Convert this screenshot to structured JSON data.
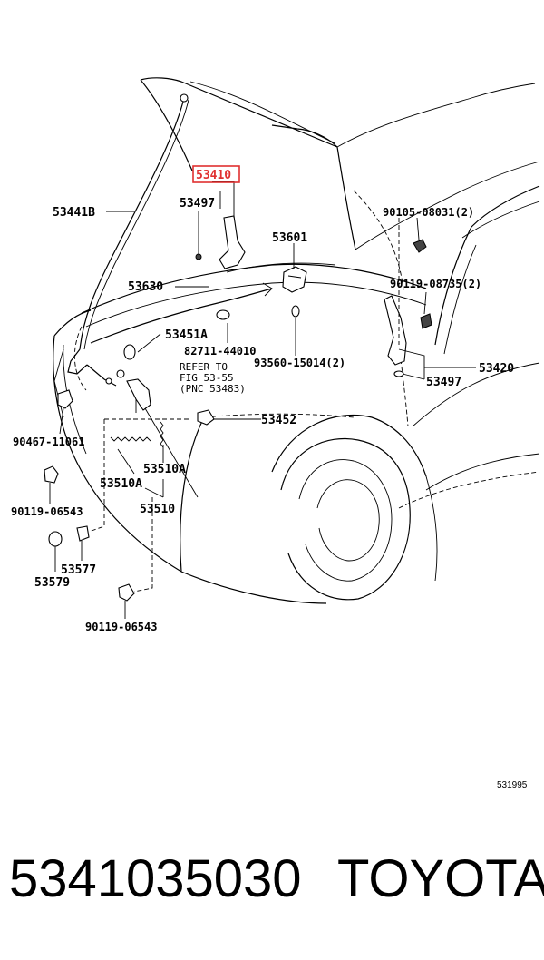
{
  "diagram": {
    "callouts": {
      "hood": "53410",
      "hood_support_rod": "53441B",
      "hinge_bolt_left": "53497",
      "lock_assy": "53601",
      "release_cable": "53630",
      "cushion": "53451A",
      "part_82711": "82711-44010",
      "hole_plug": "93560-15014(2)",
      "bolt_90105": "90105-08031(2)",
      "bolt_90119_top": "90119-08735(2)",
      "hinge_right": "53420",
      "hinge_bolt_right": "53497",
      "refer_line1": "REFER TO",
      "refer_line2": "FIG 53-55",
      "refer_line3": "(PNC 53483)",
      "clamp": "53452",
      "clip_90467": "90467-11061",
      "spring_a": "53510A",
      "lever_a": "53510A",
      "lever_assy": "53510",
      "bolt_90119_left": "90119-06543",
      "nut_53577": "53577",
      "cap_53579": "53579",
      "bolt_90119_bottom": "90119-06543"
    },
    "image_code": "531995"
  },
  "footer": {
    "part_number": "5341035030",
    "brand": "TOYOTA"
  },
  "highlight_color": "#e03030"
}
